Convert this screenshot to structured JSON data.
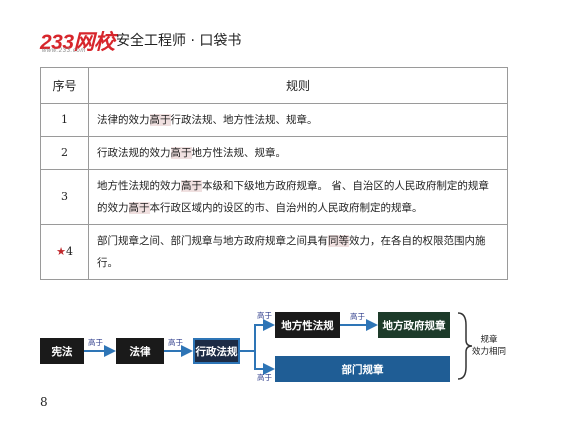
{
  "header": {
    "logo_text": "233网校",
    "logo_url_text": "www.233.com",
    "book_title": "安全工程师 · 口袋书"
  },
  "table": {
    "headers": [
      "序号",
      "规则"
    ],
    "rows": [
      {
        "num": "1",
        "pre": "法律的效力",
        "hl": "高于",
        "post": "行政法规、地方性法规、规章。"
      },
      {
        "num": "2",
        "pre": "行政法规的效力",
        "hl": "高于",
        "post": "地方性法规、规章。"
      },
      {
        "num": "3",
        "pre": "地方性法规的效力",
        "hl": "高于",
        "post": "本级和下级地方政府规章。    省、自治区的人民政府制定的规章的效力",
        "hl2": "高于",
        "post2": "本行政区域内的设区的市、自治州的人民政府制定的规章。"
      },
      {
        "num": "4",
        "pre": "部门规章之间、部门规章与地方政府规章之间具有",
        "hl": "同等",
        "post": "效力，在各自的权限范围内施行。"
      }
    ]
  },
  "diagram": {
    "boxes": {
      "constitution": "宪法",
      "law": "法律",
      "admin_regulation": "行政法规",
      "local_regulation": "地方性法规",
      "local_gov_rule": "地方政府规章",
      "dept_rule": "部门规章"
    },
    "arrow_label": "高于",
    "conclusion": [
      "规章",
      "效力相同"
    ]
  },
  "page_number": "8",
  "colors": {
    "brand_red": "#d7262c",
    "highlight": "#f0e0e0",
    "arrow_blue": "#2e75b6",
    "dept_box": "#1f5d95"
  }
}
